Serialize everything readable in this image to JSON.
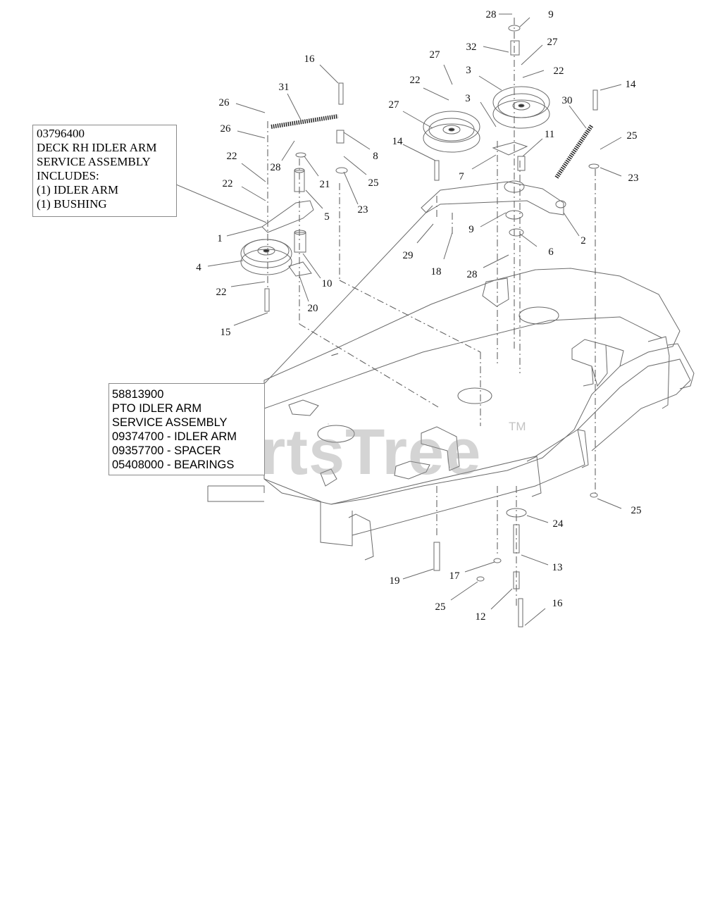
{
  "callouts": {
    "rh_idler": [
      "03796400",
      "DECK RH IDLER ARM",
      "SERVICE ASSEMBLY",
      "INCLUDES:",
      "(1) IDLER ARM",
      "(1) BUSHING"
    ],
    "pto_idler": [
      "58813900",
      "PTO IDLER ARM",
      "SERVICE ASSEMBLY",
      "09374700 - IDLER ARM",
      "09357700 - SPACER",
      "05408000 - BEARINGS"
    ]
  },
  "watermark": {
    "text": "PartsTree",
    "tm": "TM"
  },
  "part_numbers": [
    "28",
    "9",
    "32",
    "27",
    "22",
    "3",
    "27",
    "22",
    "3",
    "27",
    "16",
    "31",
    "26",
    "26",
    "22",
    "22",
    "28",
    "21",
    "8",
    "25",
    "23",
    "5",
    "1",
    "4",
    "22",
    "15",
    "10",
    "20",
    "14",
    "7",
    "11",
    "30",
    "14",
    "25",
    "23",
    "2",
    "9",
    "6",
    "29",
    "18",
    "28",
    "25",
    "24",
    "13",
    "19",
    "17",
    "25",
    "12",
    "16"
  ]
}
